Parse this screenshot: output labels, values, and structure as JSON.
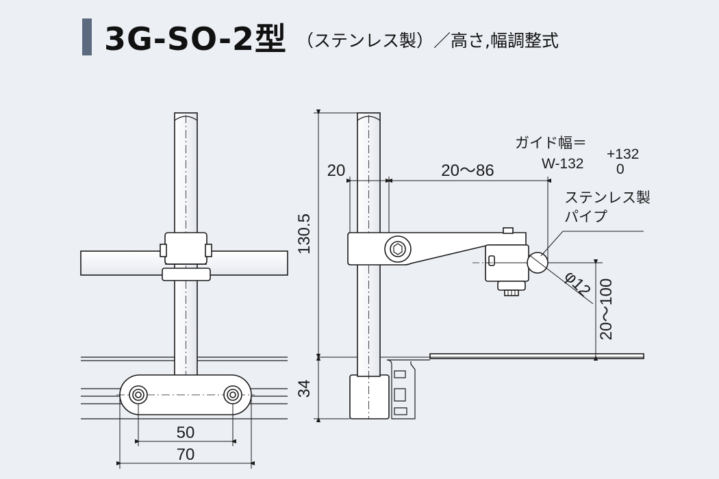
{
  "header": {
    "model": "3G-SO-2型",
    "subtitle": "（ステンレス製）／高さ,幅調整式"
  },
  "front_view": {
    "dim_hole_pitch": "50",
    "dim_base_width": "70"
  },
  "side_view": {
    "dim_total_height": "130.5",
    "dim_lower_height": "34",
    "dim_post_offset": "20",
    "dim_arm_range": "20～86",
    "dim_guide_height": "20～100",
    "dim_pipe_dia": "φ12",
    "guide_width_label": "ガイド幅＝",
    "guide_width_value": "W-132",
    "guide_width_tol_upper": "+132",
    "guide_width_tol_lower": "0",
    "pipe_label_line1": "ステンレス製",
    "pipe_label_line2": "パイプ"
  }
}
